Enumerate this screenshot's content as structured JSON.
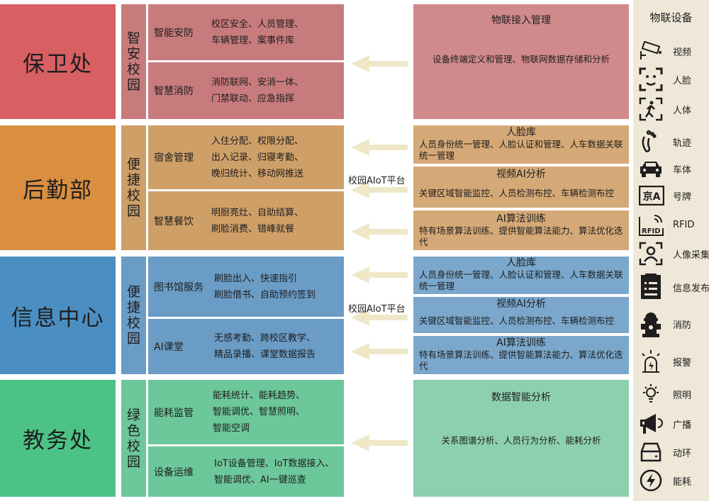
{
  "departments": [
    {
      "name": "保卫处",
      "campus": "智安校园",
      "color": "#d85f62"
    },
    {
      "name": "后勤部",
      "campus": "便捷校园",
      "color": "#d98f3f"
    },
    {
      "name": "信息中心",
      "campus": "便捷校园",
      "color": "#4b8fc2"
    },
    {
      "name": "教务处",
      "campus": "绿色校园",
      "color": "#4cc287"
    }
  ],
  "rows": {
    "security": [
      {
        "label": "智能安防",
        "details": [
          "校区安全、人员管理、",
          "车辆管理、案事件库"
        ]
      },
      {
        "label": "智慧消防",
        "details": [
          "消防联网、安消一体、",
          "门禁联动、应急指挥"
        ]
      }
    ],
    "logistics": [
      {
        "label": "宿舍管理",
        "details": [
          "入住分配、权限分配、",
          "出入记录、归寝考勤、",
          "晚归统计、移动网推送"
        ]
      },
      {
        "label": "智慧餐饮",
        "details": [
          "明厨亮灶、自助结算、",
          "刷脸消费、错峰就餐"
        ]
      }
    ],
    "info": [
      {
        "label": "图书馆服务",
        "details": [
          "刷脸出入、快速指引",
          "刷脸借书、自助预约签到"
        ]
      },
      {
        "label": "AI课堂",
        "details": [
          "无感考勤、跨校区教学、",
          "精品录播、课堂数据报告"
        ]
      }
    ],
    "academic": [
      {
        "label": "能耗监管",
        "details": [
          "能耗统计、能耗趋势、",
          "智能调优、智慧照明、",
          "智能空调"
        ]
      },
      {
        "label": "设备运维",
        "details": [
          "IoT设备管理、IoT数据接入、",
          "智能调优、AI一键巡查"
        ]
      }
    ]
  },
  "right": {
    "iot": {
      "title": "物联接入管理",
      "desc": "设备终端定义和管理、物联网数据存储和分析"
    },
    "logistics_blocks": [
      {
        "title": "人脸库",
        "desc": "人员身份统一管理、人脸认证和管理、人车数据关联统一管理"
      },
      {
        "title": "视频AI分析",
        "desc": "关键区域智能监控、人员检测布控、车辆检测布控"
      },
      {
        "title": "AI算法训练",
        "desc": "特有场景算法训练、提供智能算法能力、算法优化迭代"
      }
    ],
    "info_blocks": [
      {
        "title": "人脸库",
        "desc": "人员身份统一管理、人脸认证和管理、人车数据关联统一管理"
      },
      {
        "title": "视频AI分析",
        "desc": "关键区域智能监控、人员检测布控、车辆检测布控"
      },
      {
        "title": "AI算法训练",
        "desc": "特有场景算法训练、提供智能算法能力、算法优化迭代"
      }
    ],
    "data": {
      "title": "数据智能分析",
      "desc": "关系图谱分析、人员行为分析、能耗分析"
    }
  },
  "platform_labels": [
    "校园AIoT平台",
    "校园AIoT平台"
  ],
  "devices": {
    "title": "物联设备",
    "items": [
      {
        "label": "视频",
        "icon": "camera-icon"
      },
      {
        "label": "人脸",
        "icon": "face-icon"
      },
      {
        "label": "人体",
        "icon": "person-icon"
      },
      {
        "label": "轨迹",
        "icon": "footprint-icon"
      },
      {
        "label": "车体",
        "icon": "car-icon"
      },
      {
        "label": "号牌",
        "icon": "plate-icon"
      },
      {
        "label": "RFID",
        "icon": "rfid-icon"
      },
      {
        "label": "人像采集",
        "icon": "portrait-icon"
      },
      {
        "label": "信息发布",
        "icon": "info-board-icon"
      },
      {
        "label": "消防",
        "icon": "hydrant-icon"
      },
      {
        "label": "报警",
        "icon": "alarm-icon"
      },
      {
        "label": "照明",
        "icon": "bulb-icon"
      },
      {
        "label": "广播",
        "icon": "megaphone-icon"
      },
      {
        "label": "动环",
        "icon": "storage-icon"
      },
      {
        "label": "能耗",
        "icon": "energy-icon"
      }
    ],
    "plate_text": "京A",
    "rfid_text": "RFID"
  },
  "colors": {
    "security_dark": "#d85f62",
    "security_mid": "#c87b7d",
    "security_light": "#d18a8c",
    "logistics_dark": "#d98f3f",
    "logistics_mid": "#cf9f68",
    "logistics_light": "#d5a977",
    "info_dark": "#4b8fc2",
    "info_mid": "#6a9cc6",
    "info_light": "#7aa7cb",
    "academic_dark": "#4cc287",
    "academic_mid": "#6cc79a",
    "academic_light": "#8dd0ae",
    "arrow": "#efe8c8",
    "device_panel": "#efe7d8"
  }
}
